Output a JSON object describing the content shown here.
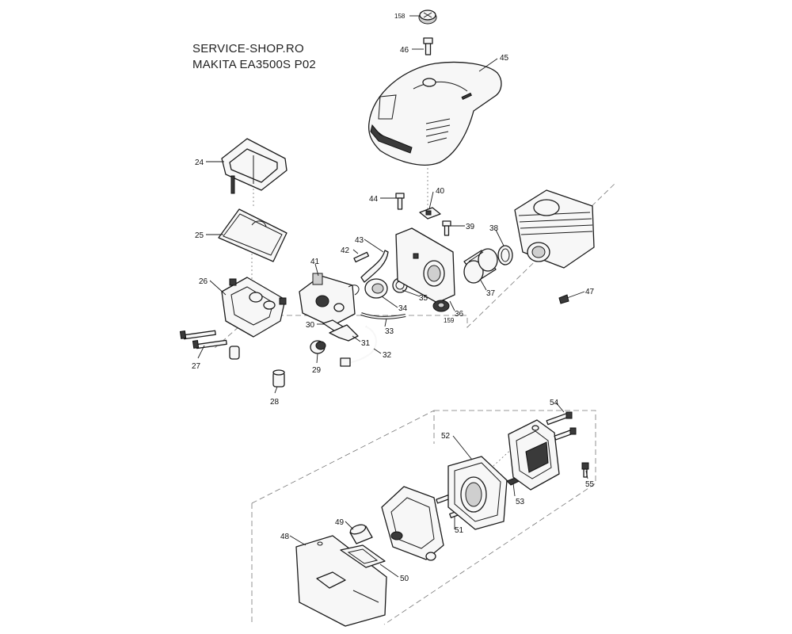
{
  "header": {
    "line1": "SERVICE-SHOP.RO",
    "line2": "MAKITA EA3500S P02"
  },
  "labels": {
    "p158a": "158",
    "p46": "46",
    "p45": "45",
    "p24": "24",
    "p25": "25",
    "p26": "26",
    "p27": "27",
    "p28": "28",
    "p29": "29",
    "p30": "30",
    "p31": "31",
    "p32": "32",
    "p33": "33",
    "p34": "34",
    "p35": "35",
    "p36": "36",
    "p159": "159",
    "p37": "37",
    "p38": "38",
    "p39": "39",
    "p40": "40",
    "p41": "41",
    "p42": "42",
    "p43": "43",
    "p44": "44",
    "p47": "47",
    "p48": "48",
    "p49": "49",
    "p50": "50",
    "p51": "51",
    "p52": "52",
    "p53": "53",
    "p54": "54",
    "p55": "55"
  }
}
